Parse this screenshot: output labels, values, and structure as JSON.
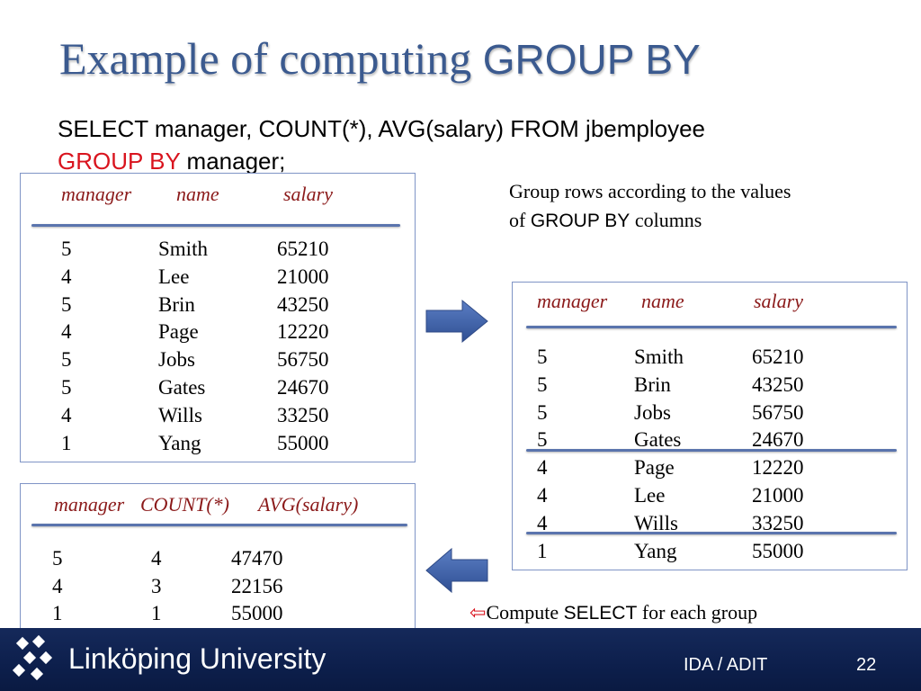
{
  "title": {
    "serif_part": "Example of computing ",
    "sans_part": "GROUP BY"
  },
  "sql": {
    "line1": "SELECT manager, COUNT(*), AVG(salary) FROM jbemployee",
    "line2_keyword": "GROUP BY",
    "line2_rest": " manager;"
  },
  "original_table": {
    "headers": [
      "manager",
      "name",
      "salary"
    ],
    "rows": [
      [
        "5",
        "Smith",
        "65210"
      ],
      [
        "4",
        "Lee",
        "21000"
      ],
      [
        "5",
        "Brin",
        "43250"
      ],
      [
        "4",
        "Page",
        "12220"
      ],
      [
        "5",
        "Jobs",
        "56750"
      ],
      [
        "5",
        "Gates",
        "24670"
      ],
      [
        "4",
        "Wills",
        "33250"
      ],
      [
        "1",
        "Yang",
        "55000"
      ]
    ]
  },
  "grouped_table": {
    "headers": [
      "manager",
      "name",
      "salary"
    ],
    "rows": [
      [
        "5",
        "Smith",
        "65210"
      ],
      [
        "5",
        "Brin",
        "43250"
      ],
      [
        "5",
        "Jobs",
        "56750"
      ],
      [
        "5",
        "Gates",
        "24670"
      ],
      [
        "4",
        "Page",
        "12220"
      ],
      [
        "4",
        "Lee",
        "21000"
      ],
      [
        "4",
        "Wills",
        "33250"
      ],
      [
        "1",
        "Yang",
        "55000"
      ]
    ]
  },
  "result_table": {
    "headers": [
      "manager",
      "COUNT(*)",
      "AVG(salary)"
    ],
    "rows": [
      [
        "5",
        "4",
        "47470"
      ],
      [
        "4",
        "3",
        "22156"
      ],
      [
        "1",
        "1",
        "55000"
      ]
    ]
  },
  "notes": {
    "group_line1": "Group rows according to the values",
    "group_line2_pre": "of ",
    "group_line2_kw": "GROUP BY",
    "group_line2_post": " columns",
    "compute_pre": "Compute ",
    "compute_kw": "SELECT",
    "compute_post": " for each group"
  },
  "footer": {
    "university": "Linköping University",
    "department": "IDA / ADIT",
    "page": "22"
  },
  "icons": {
    "right_arrow": "block-arrow-right-icon",
    "left_arrow": "block-arrow-left-icon",
    "compute_arrow": "red-left-arrow-icon",
    "logo": "liu-logo-icon"
  },
  "colors": {
    "title": "#3b5a8f",
    "keyword": "#d9141e",
    "header": "#8b1a1a",
    "rule": "#5a74ad",
    "box_border": "#7f94c6",
    "arrow": "#3f62ae",
    "footer_bg": "#0d1f4c"
  }
}
